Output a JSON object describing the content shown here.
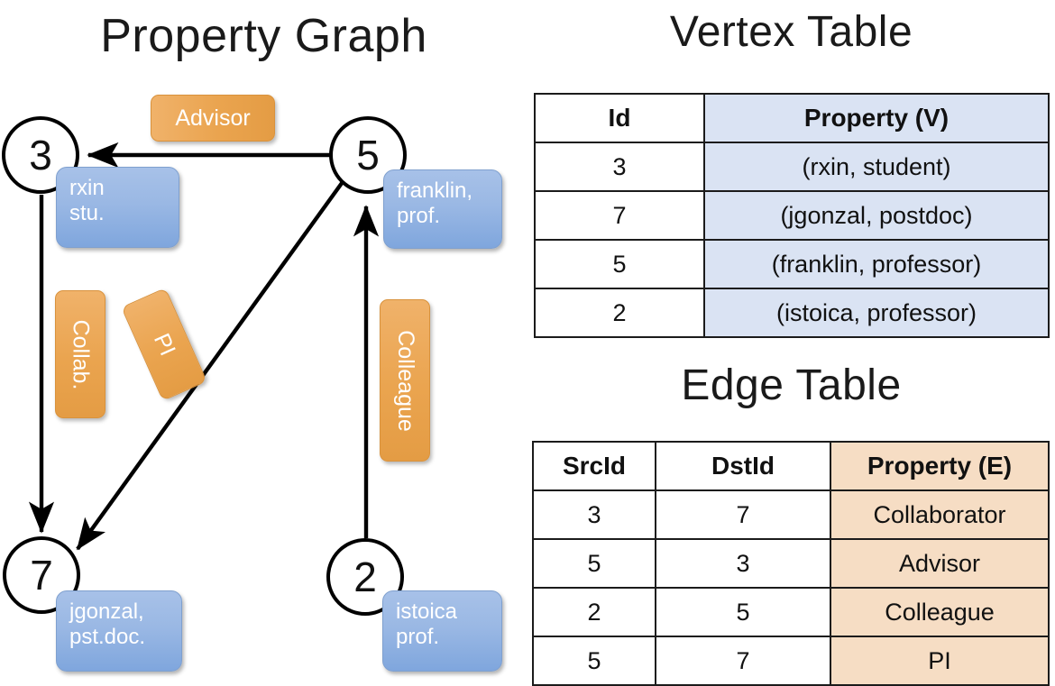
{
  "titles": {
    "property_graph": "Property Graph",
    "vertex_table": "Vertex Table",
    "edge_table": "Edge Table"
  },
  "graph": {
    "vertices": [
      {
        "id": "3",
        "label": "3",
        "property_lines": [
          "rxin",
          "stu."
        ]
      },
      {
        "id": "5",
        "label": "5",
        "property_lines": [
          "franklin,",
          "prof."
        ]
      },
      {
        "id": "7",
        "label": "7",
        "property_lines": [
          "jgonzal,",
          "pst.doc."
        ]
      },
      {
        "id": "2",
        "label": "2",
        "property_lines": [
          "istoica",
          "prof."
        ]
      }
    ],
    "property_boxes": {
      "rxin": {
        "line1": "rxin",
        "line2": "stu."
      },
      "franklin": {
        "line1": "franklin,",
        "line2": "prof."
      },
      "jgonzal": {
        "line1": "jgonzal,",
        "line2": "pst.doc."
      },
      "istoica": {
        "line1": "istoica",
        "line2": "prof."
      }
    },
    "edge_labels": {
      "advisor": "Advisor",
      "collab": "Collab.",
      "pi": "PI",
      "colleague": "Colleague"
    },
    "edges": [
      {
        "src": "5",
        "dst": "3",
        "label": "Advisor"
      },
      {
        "src": "3",
        "dst": "7",
        "label": "Collab."
      },
      {
        "src": "5",
        "dst": "7",
        "label": "PI"
      },
      {
        "src": "2",
        "dst": "5",
        "label": "Colleague"
      }
    ]
  },
  "vertex_table": {
    "headers": [
      "Id",
      "Property (V)"
    ],
    "rows": [
      {
        "id": "3",
        "property": "(rxin, student)"
      },
      {
        "id": "7",
        "property": "(jgonzal, postdoc)"
      },
      {
        "id": "5",
        "property": "(franklin, professor)"
      },
      {
        "id": "2",
        "property": "(istoica, professor)"
      }
    ]
  },
  "edge_table": {
    "headers": [
      "SrcId",
      "DstId",
      "Property (E)"
    ],
    "rows": [
      {
        "src": "3",
        "dst": "7",
        "property": "Collaborator"
      },
      {
        "src": "5",
        "dst": "3",
        "property": "Advisor"
      },
      {
        "src": "2",
        "dst": "5",
        "property": "Colleague"
      },
      {
        "src": "5",
        "dst": "7",
        "property": "PI"
      }
    ]
  },
  "colors": {
    "vertex_property_blue": "#9ab8e4",
    "edge_label_orange": "#eaa44f",
    "vertex_table_header_fill": "#dae3f3",
    "edge_table_header_fill": "#f6ddc4",
    "stroke": "#000000",
    "background": "#ffffff"
  }
}
